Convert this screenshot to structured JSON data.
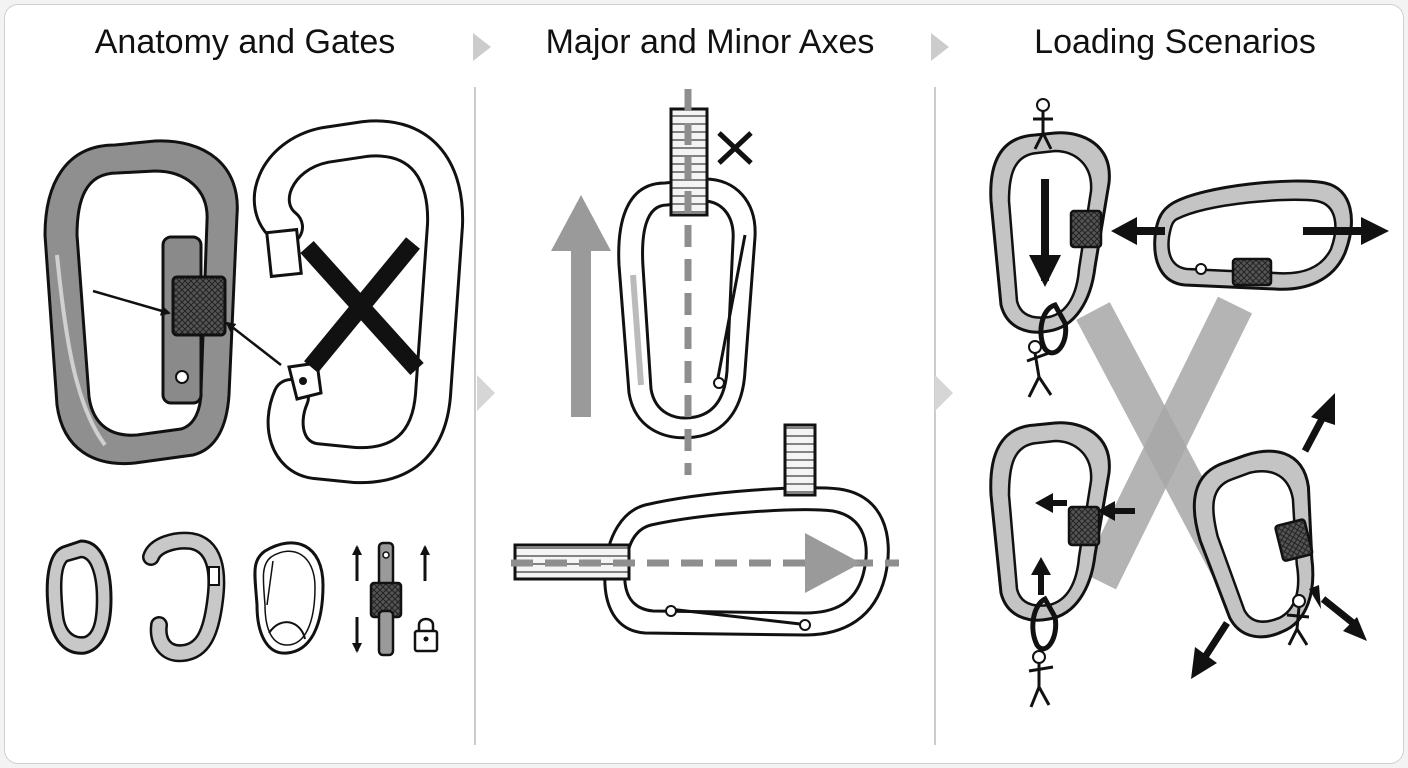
{
  "panels": [
    {
      "title": "Anatomy and Gates"
    },
    {
      "title": "Major and Minor Axes"
    },
    {
      "title": "Loading Scenarios"
    }
  ],
  "icons": [
    "chevron-right-icon",
    "lock-icon",
    "person-icon",
    "x-mark-icon",
    "arrow-icon"
  ],
  "colors": {
    "ink": "#111111",
    "metal_dark": "#8a8a8a",
    "metal_light": "#c8c8c8",
    "arrow_gray": "#9a9a9a",
    "divider": "#cccccc"
  }
}
